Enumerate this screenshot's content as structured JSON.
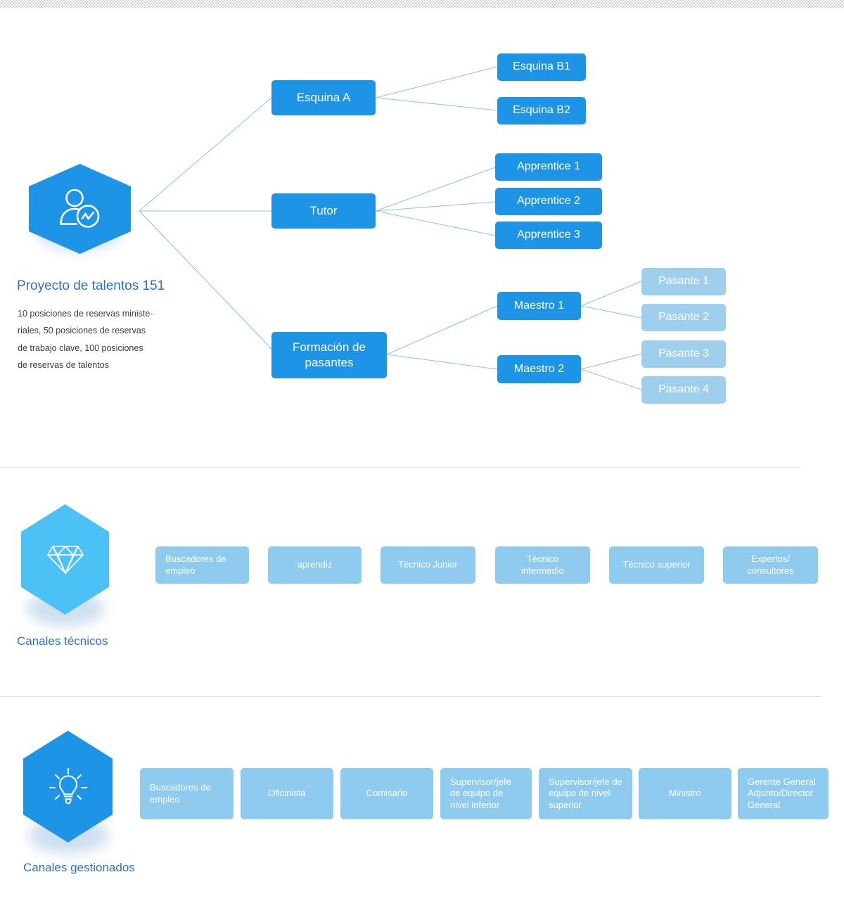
{
  "page": {
    "background": "#ffffff",
    "accent_dark": "#1e94e6",
    "accent_light": "#9ed0ee",
    "caption_color": "#2f6fd0",
    "divider_color": "#e2e2e4"
  },
  "section_talent": {
    "root": {
      "icon": "person-chart-icon",
      "title": "Proyecto de talentos 151",
      "description": "10 posiciones de reservas ministe-riales, 50 posiciones de reservas de trabajo clave, 100 posiciones de reservas de talentos",
      "description_lines": [
        "10 posiciones de reservas ministe-",
        "riales, 50 posiciones de reservas",
        "de trabajo clave, 100 posiciones",
        "de reservas de talentos"
      ]
    },
    "branches": [
      {
        "label": "Esquina A",
        "children": [
          {
            "label": "Esquina B1"
          },
          {
            "label": "Esquina B2"
          }
        ]
      },
      {
        "label": "Tutor",
        "children": [
          {
            "label": "Apprentice 1"
          },
          {
            "label": "Apprentice 2"
          },
          {
            "label": "Apprentice 3"
          }
        ]
      },
      {
        "label": "Formación de pasantes",
        "label_lines": [
          "Formación de",
          "pasantes"
        ],
        "children": [
          {
            "label": "Maestro 1",
            "children": [
              {
                "label": "Pasante 1"
              },
              {
                "label": "Pasante 2"
              }
            ]
          },
          {
            "label": "Maestro 2",
            "children": [
              {
                "label": "Pasante 3"
              },
              {
                "label": "Pasante 4"
              }
            ]
          }
        ]
      }
    ]
  },
  "section_technical": {
    "icon": "diamond-icon",
    "caption": "Canales técnicos",
    "items": [
      {
        "label": "Buscadores de empleo",
        "align": "left"
      },
      {
        "label": "aprendiz",
        "align": "center"
      },
      {
        "label": "Técnico Junior",
        "align": "center"
      },
      {
        "label": "Técnico intermedio",
        "align": "center"
      },
      {
        "label": "Técnico superior",
        "align": "center"
      },
      {
        "label": "Expertos/ consultores",
        "align": "center"
      }
    ]
  },
  "section_managed": {
    "icon": "lightbulb-icon",
    "caption": "Canales gestionados",
    "items": [
      {
        "label": "Buscadores de empleo",
        "align": "left"
      },
      {
        "label": "Oficinista",
        "align": "center"
      },
      {
        "label": "Comisario",
        "align": "center"
      },
      {
        "label": "Supervisor/jefe de equipo de nivel inferior",
        "align": "left"
      },
      {
        "label": "Supervisor/jefe de equipo de nivel superior",
        "align": "left"
      },
      {
        "label": "Ministro",
        "align": "center"
      },
      {
        "label": "Gerente General Adjunto/Director General",
        "align": "left"
      }
    ]
  }
}
